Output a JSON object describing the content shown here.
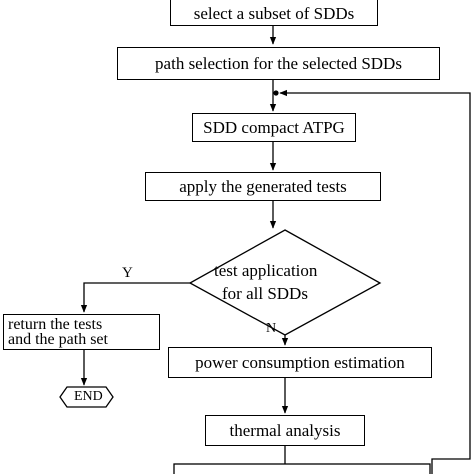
{
  "flowchart": {
    "steps": {
      "select_subset": "select a subset of SDDs",
      "path_selection": "path selection for the selected SDDs",
      "compact_atpg": "SDD compact ATPG",
      "apply_tests": "apply the generated tests",
      "decision_line1": "test application",
      "decision_line2": "for  all SDDs",
      "return_line1": "return the tests",
      "return_line2": "and the path set",
      "end": "END",
      "power_estimation": "power consumption estimation",
      "thermal_analysis": "thermal analysis"
    },
    "branches": {
      "yes": "Y",
      "no": "N"
    }
  }
}
